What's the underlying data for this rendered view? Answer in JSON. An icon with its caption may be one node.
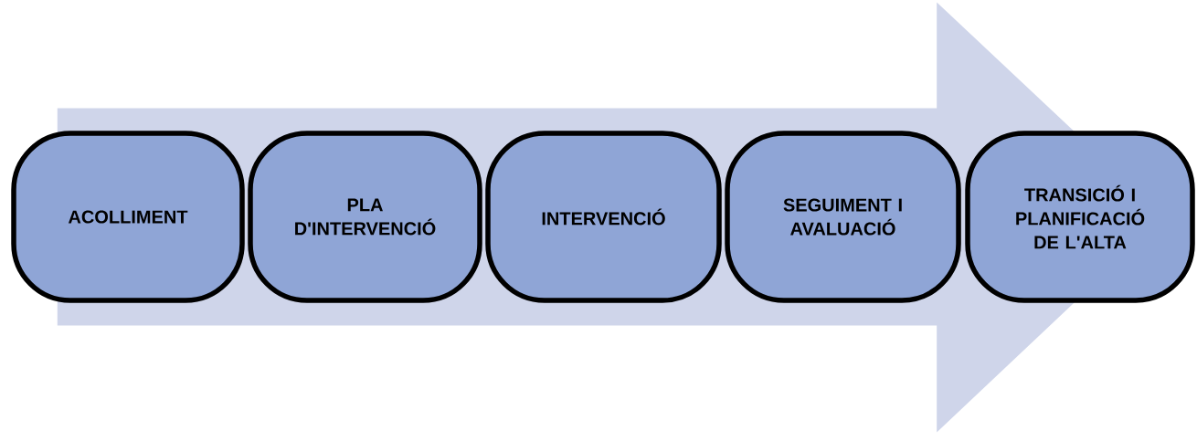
{
  "diagram": {
    "nodes": [
      {
        "text": [
          "ACOLLIMENT"
        ]
      },
      {
        "text": [
          "PLA D'INTERVENCIÓ"
        ]
      },
      {
        "text": [
          "INTERVENCIÓ"
        ]
      },
      {
        "text": [
          "SEGUIMENT I AVALUACIÓ"
        ]
      },
      {
        "text": [
          "TRANSICIÓ I PLANIFICACIÓ DE L'ALTA"
        ]
      }
    ],
    "edges": [
      {
        "from": 0,
        "to": 4,
        "arrow": "to"
      }
    ]
  }
}
